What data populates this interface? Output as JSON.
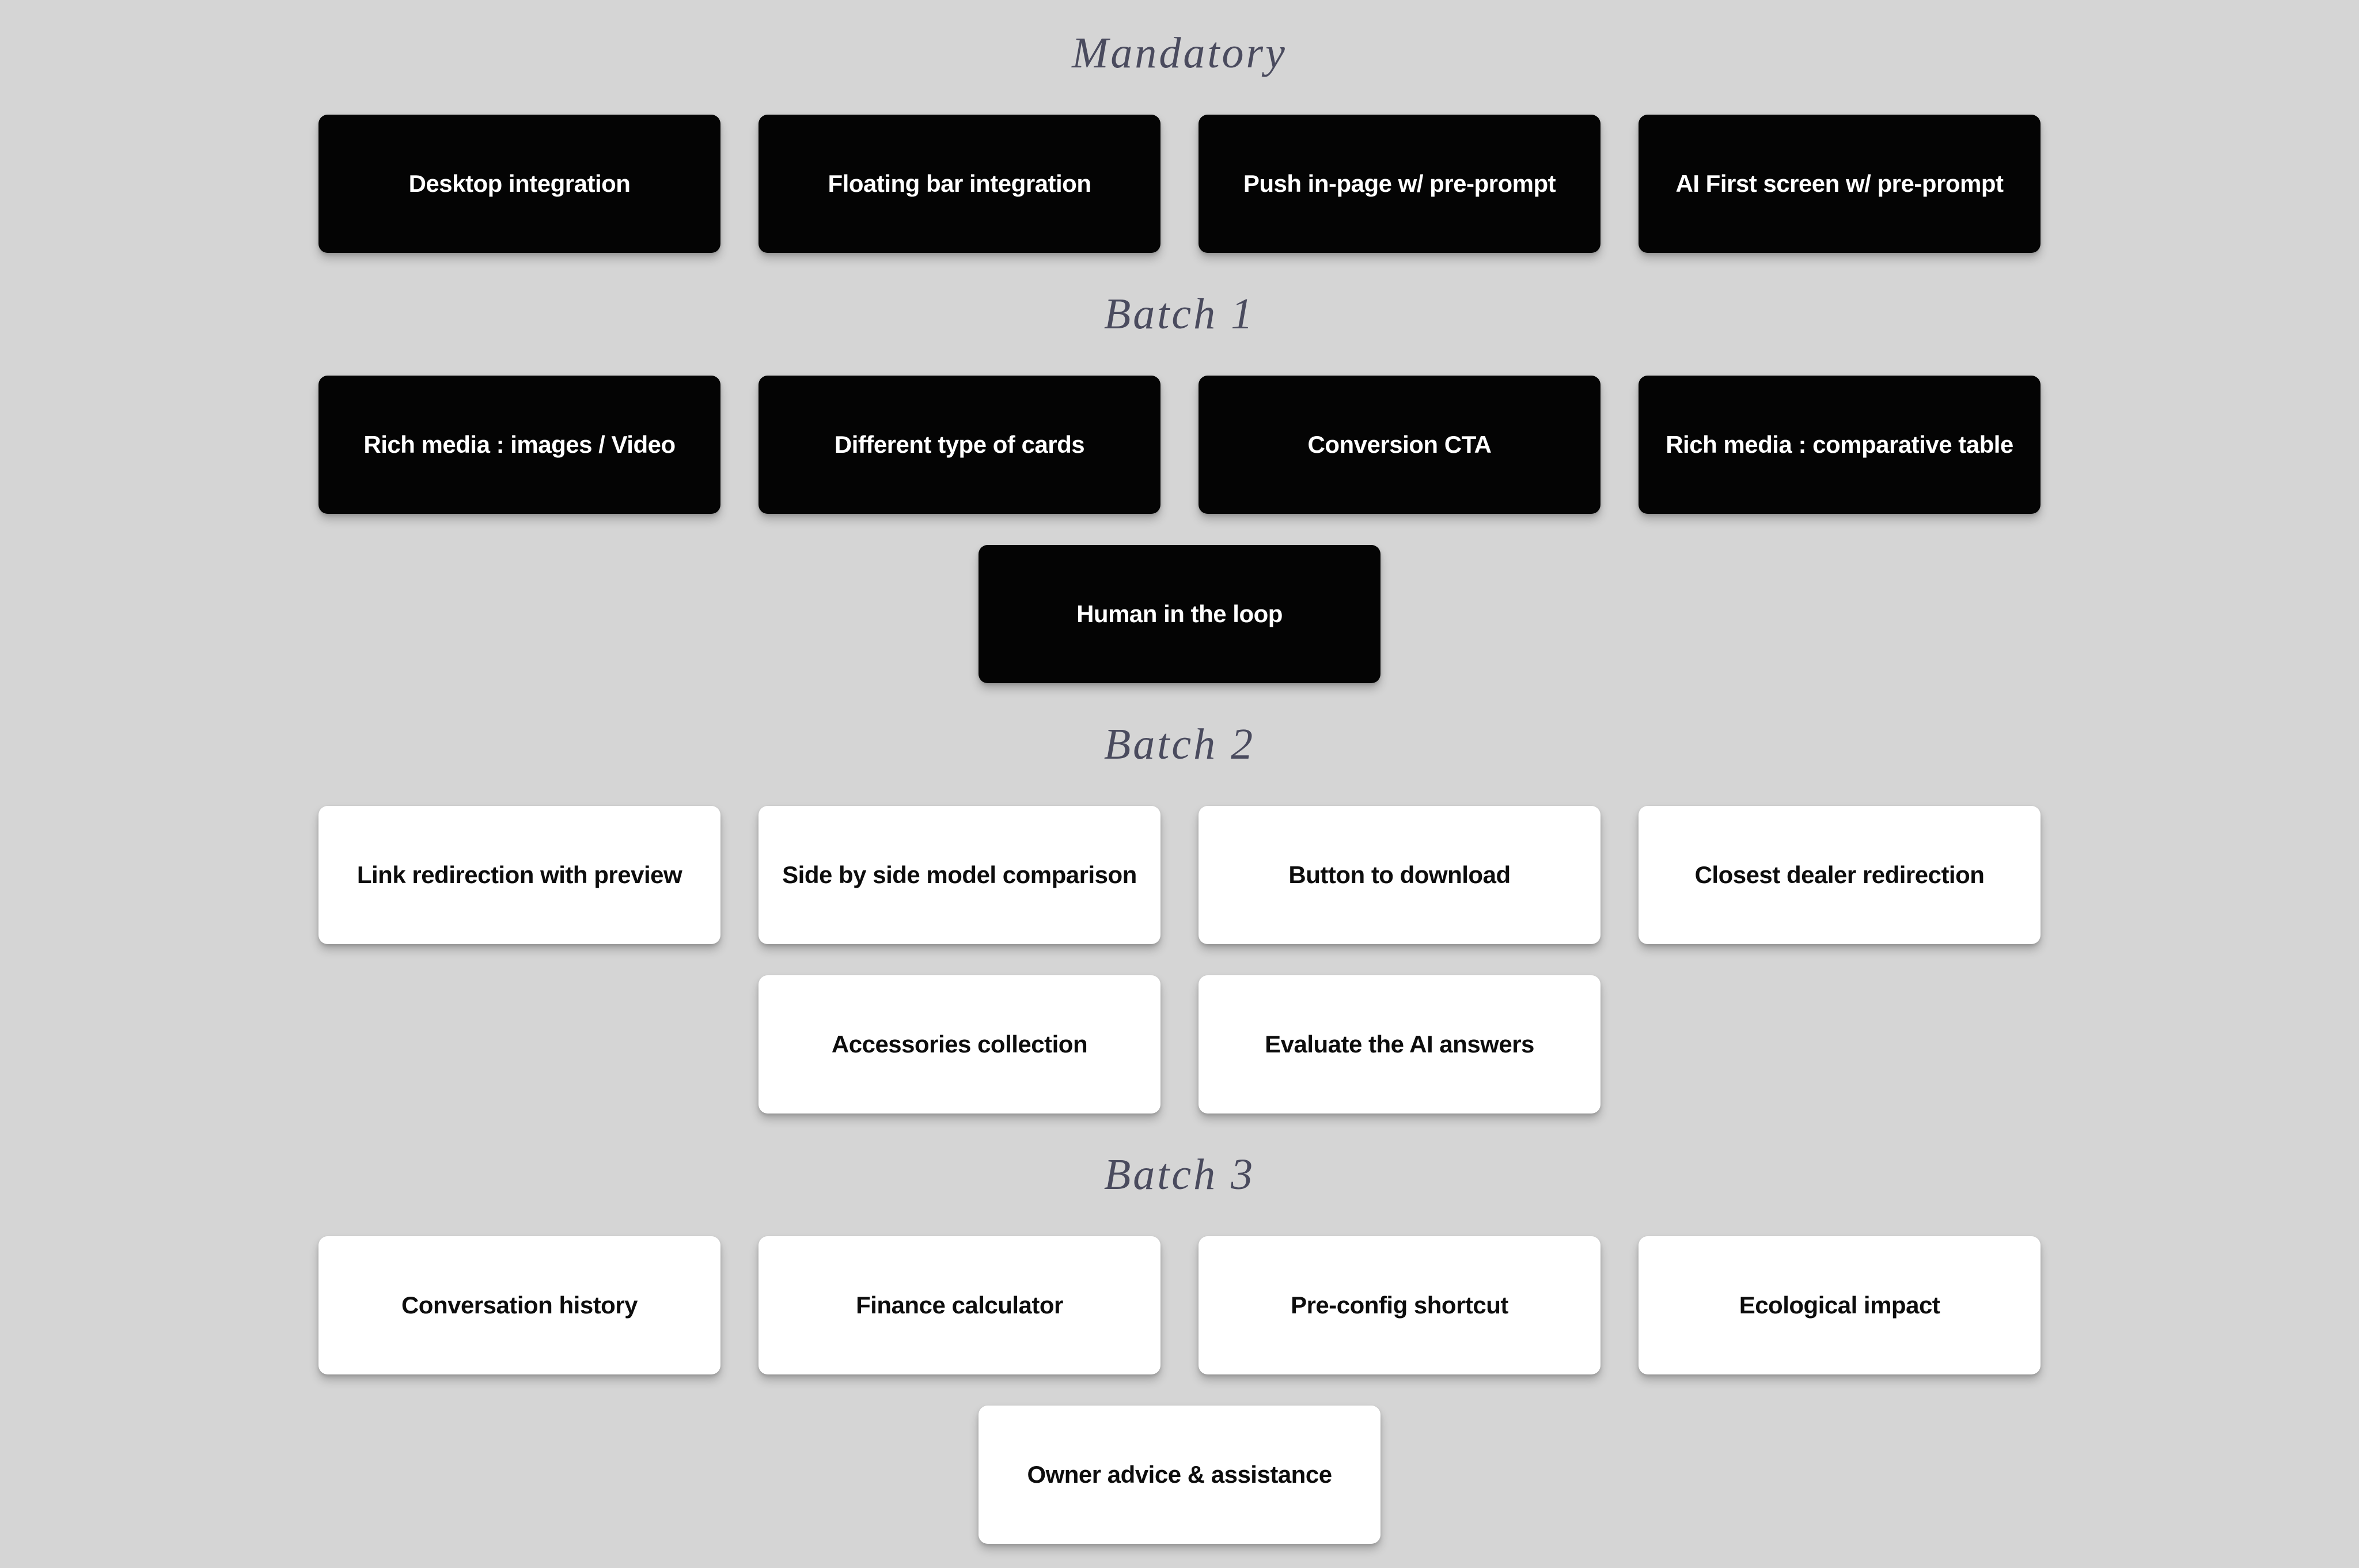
{
  "board": {
    "background": "#d5d5d5",
    "heading_color": "#4a4b5e",
    "card_dark_bg": "#040404",
    "card_dark_text": "#ffffff",
    "card_light_bg": "#ffffff",
    "card_light_text": "#0d0d0d"
  },
  "sections": [
    {
      "title": "Mandatory",
      "style": "dark",
      "rows": [
        {
          "cards": [
            {
              "label": "Desktop integration"
            },
            {
              "label": "Floating bar integration"
            },
            {
              "label": "Push in-page w/ pre-prompt"
            },
            {
              "label": "AI First screen w/ pre-prompt"
            }
          ]
        }
      ]
    },
    {
      "title": "Batch 1",
      "style": "dark",
      "rows": [
        {
          "cards": [
            {
              "label": "Rich media : images / Video"
            },
            {
              "label": "Different type of cards"
            },
            {
              "label": "Conversion CTA"
            },
            {
              "label": "Rich media : comparative table"
            }
          ]
        },
        {
          "cards": [
            {
              "label": "Human in the loop"
            }
          ]
        }
      ]
    },
    {
      "title": "Batch 2",
      "style": "light",
      "rows": [
        {
          "cards": [
            {
              "label": "Link redirection with preview"
            },
            {
              "label": "Side by side model comparison"
            },
            {
              "label": "Button to download"
            },
            {
              "label": "Closest dealer redirection"
            }
          ]
        },
        {
          "cards": [
            {
              "label": "Accessories collection"
            },
            {
              "label": "Evaluate the AI answers"
            }
          ]
        }
      ]
    },
    {
      "title": "Batch 3",
      "style": "light",
      "rows": [
        {
          "cards": [
            {
              "label": "Conversation history"
            },
            {
              "label": "Finance calculator"
            },
            {
              "label": "Pre-config shortcut"
            },
            {
              "label": "Ecological impact"
            }
          ]
        },
        {
          "cards": [
            {
              "label": "Owner advice & assistance"
            }
          ]
        }
      ]
    }
  ]
}
